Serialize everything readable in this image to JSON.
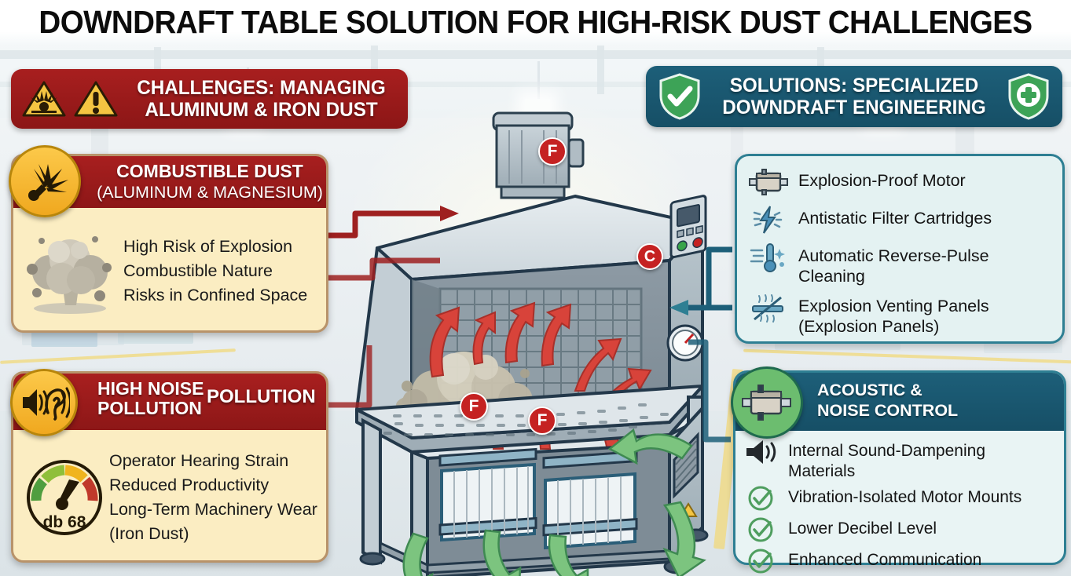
{
  "page": {
    "title": "DOWNDRAFT TABLE SOLUTION FOR HIGH-RISK DUST CHALLENGES"
  },
  "colors": {
    "challenge_red": "#a81f1f",
    "solution_teal": "#1d5f79",
    "card_cream": "#fbedc2",
    "card_cyan": "#e4f2f2",
    "badge_yellow": "#f5b921",
    "green_accent": "#6cbd6f",
    "arrow_red": "#d8433a",
    "arrow_green": "#7cc47f"
  },
  "banners": {
    "left": {
      "line1": "CHALLENGES: MANAGING",
      "line2": "ALUMINUM & IRON DUST",
      "icons": [
        "explosion-warning-triangle-icon",
        "exclamation-warning-triangle-icon"
      ]
    },
    "right": {
      "line1": "SOLUTIONS: SPECIALIZED",
      "line2": "DOWNDRAFT ENGINEERING",
      "icons": [
        "shield-check-icon",
        "shield-plus-icon"
      ]
    }
  },
  "challenges": [
    {
      "id": "combustible-dust",
      "badge_icon": "explosion-burst-icon",
      "title_line1": "COMBUSTIBLE DUST",
      "title_line2": "(ALUMINUM & MAGNESIUM)",
      "body_icon": "dust-cloud-icon",
      "items": [
        "High Risk of Explosion",
        "Combustible Nature",
        "Risks in Confined Space"
      ]
    },
    {
      "id": "high-noise-pollution",
      "badge_icon": "ear-sound-icon",
      "title_line1": "HIGH NOISE",
      "title_line2": "POLLUTION",
      "title_overlay": "POLLUTION",
      "body_icon": "decibel-gauge-icon",
      "gauge_value": "db 68",
      "items": [
        "Operator Hearing Strain",
        "Reduced Productivity",
        "Long-Term Machinery Wear",
        "(Iron Dust)"
      ]
    }
  ],
  "solutions": {
    "engineering": {
      "id": "specialized-downdraft-engineering",
      "items": [
        {
          "icon": "motor-icon",
          "label": "Explosion-Proof Motor"
        },
        {
          "icon": "antistatic-bolt-icon",
          "label": "Antistatic Filter Cartridges"
        },
        {
          "icon": "pulse-cleaning-icon",
          "label": "Automatic Reverse-Pulse\nCleaning"
        },
        {
          "icon": "vent-panel-icon",
          "label": "Explosion Venting Panels\n(Explosion Panels)"
        }
      ],
      "items_flat": [
        "Explosion-Proof Motor",
        "Antistatic Filter Cartridges",
        "Automatic Reverse-Pulse Cleaning",
        "Explosion Venting Panels (Explosion Panels)"
      ]
    },
    "acoustic": {
      "id": "acoustic-noise-control",
      "badge_icon": "motor-icon",
      "title_line1": "ACOUSTIC &",
      "title_line2": "NOISE CONTROL",
      "items": [
        {
          "icon": "speaker-icon",
          "label_line1": "Internal Sound-Dampening",
          "label_line2": "Materials"
        },
        {
          "icon": "check-circle-icon",
          "label_line1": "Vibration-Isolated Motor Mounts",
          "label_line2": ""
        },
        {
          "icon": "check-circle-icon",
          "label_line1": "Lower Decibel Level",
          "label_line2": ""
        },
        {
          "icon": "check-circle-icon",
          "label_line1": "Enhanced Communication",
          "label_line2": ""
        }
      ]
    }
  },
  "machine": {
    "name": "downdraft-table",
    "markers": {
      "motor_top": "F",
      "filter_left": "F",
      "filter_right": "F",
      "control_panel": "C"
    },
    "airflow": {
      "contaminated_color": "#d8433a",
      "clean_color": "#7cc47f"
    }
  }
}
